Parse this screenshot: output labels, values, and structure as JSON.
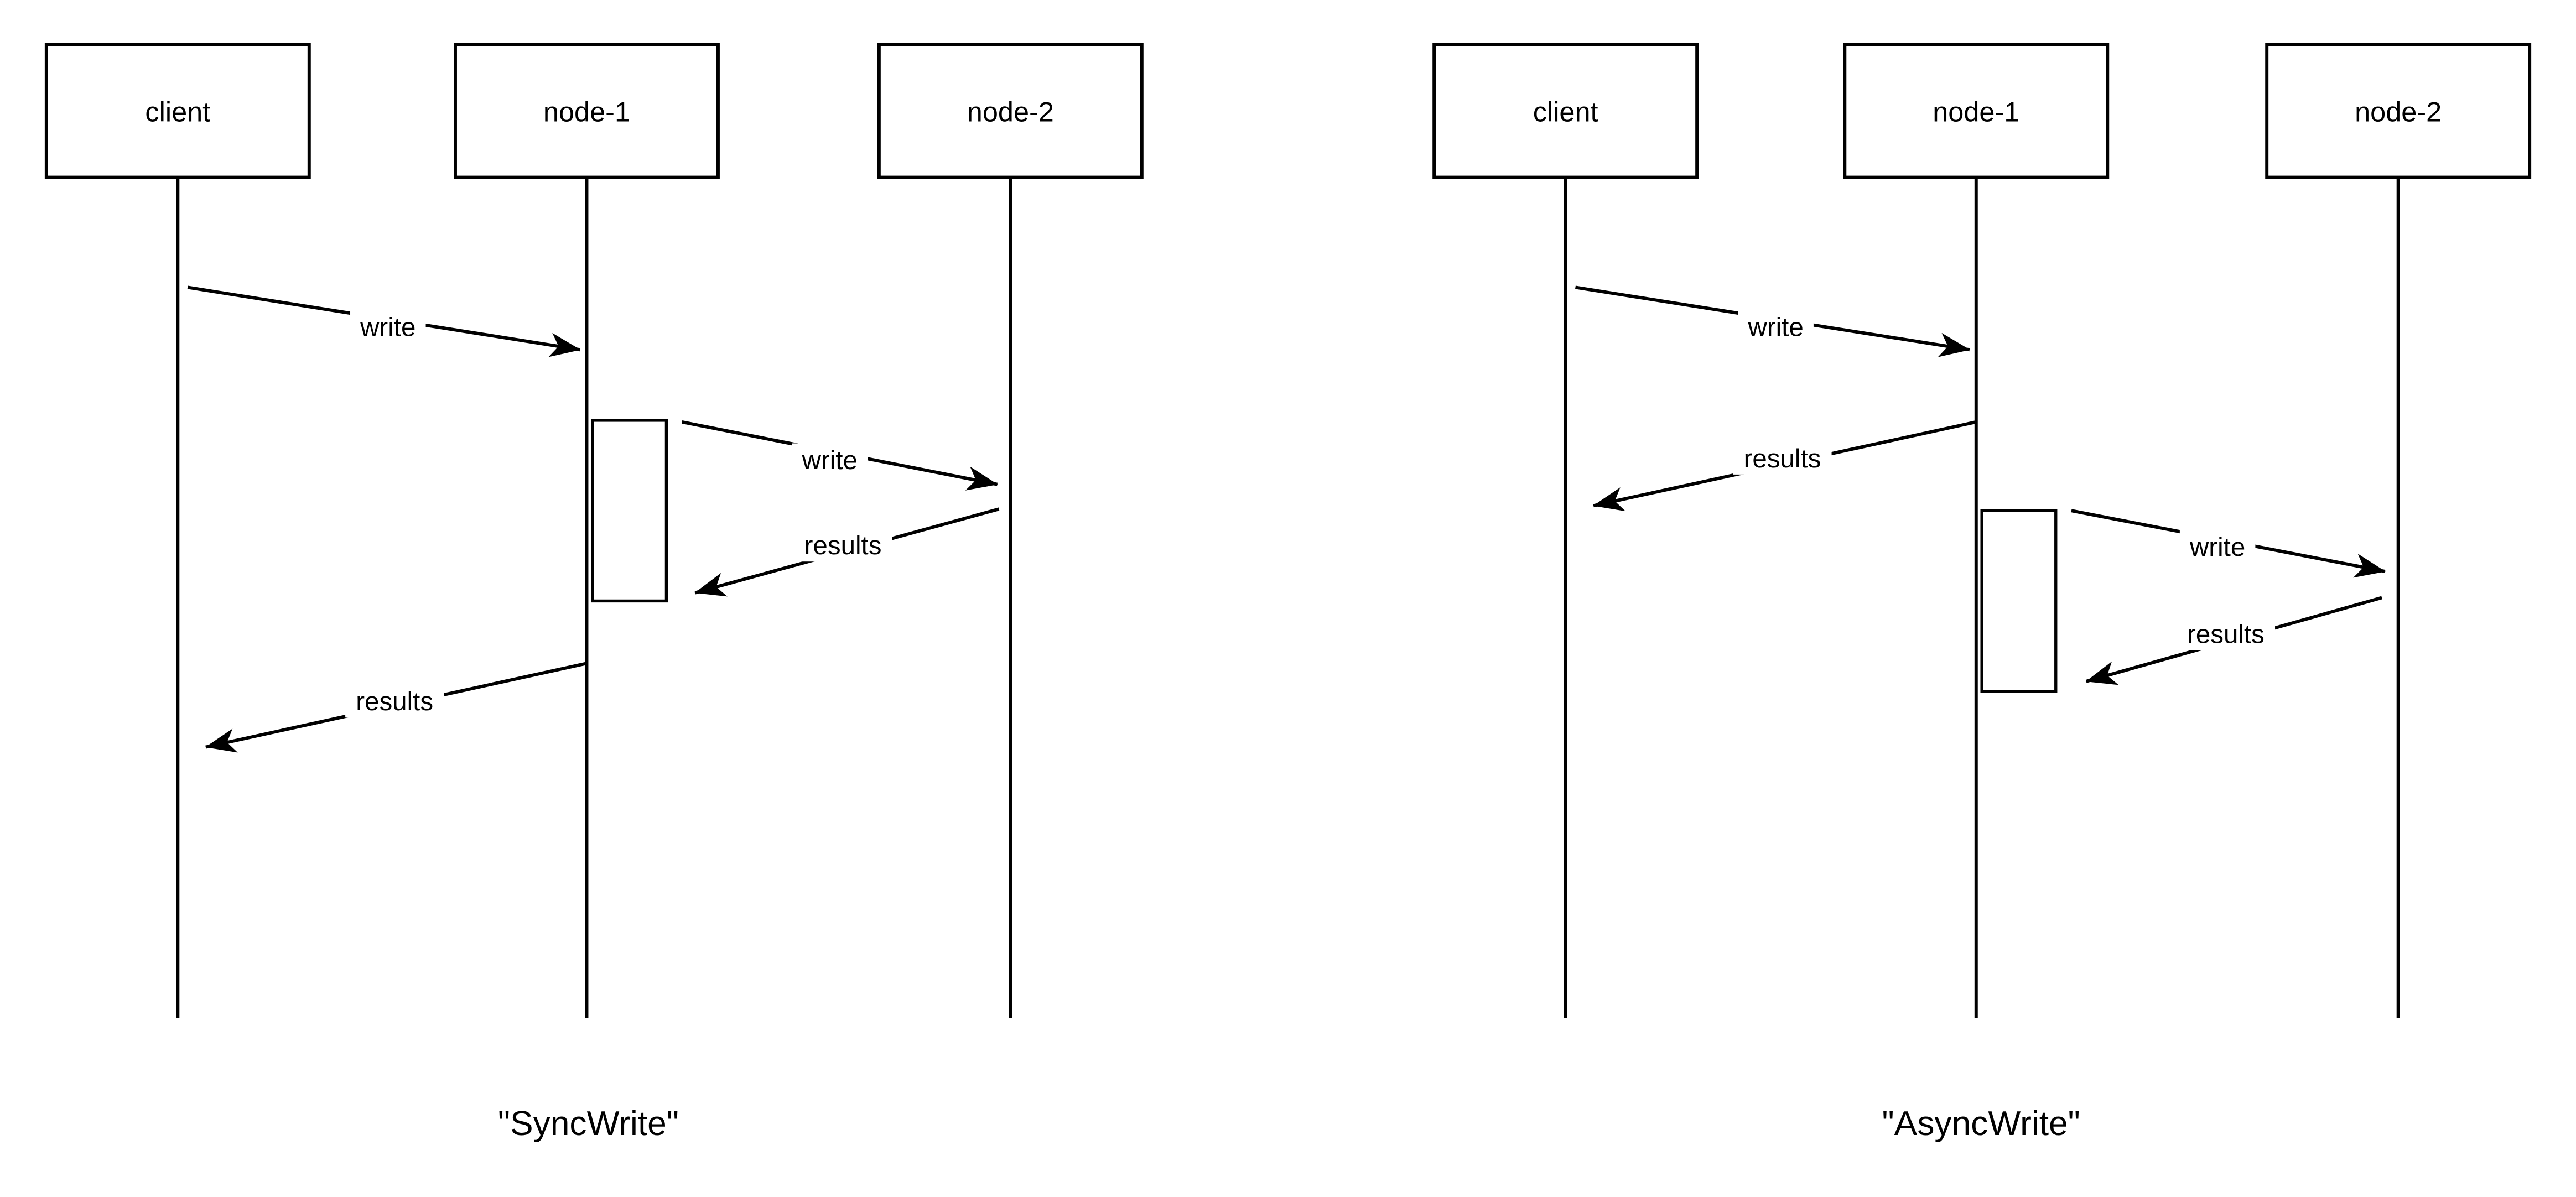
{
  "colors": {
    "background": "#ffffff",
    "stroke": "#000000",
    "text": "#000000"
  },
  "diagrams": [
    {
      "id": "sync-write",
      "caption": "\"SyncWrite\"",
      "actors": [
        {
          "label": "client"
        },
        {
          "label": "node-1"
        },
        {
          "label": "node-2"
        }
      ],
      "messages": [
        {
          "label": "write",
          "from": "client",
          "to": "node-1"
        },
        {
          "label": "write",
          "from": "node-1",
          "to": "node-2"
        },
        {
          "label": "results",
          "from": "node-2",
          "to": "node-1"
        },
        {
          "label": "results",
          "from": "node-1",
          "to": "client"
        }
      ]
    },
    {
      "id": "async-write",
      "caption": "\"AsyncWrite\"",
      "actors": [
        {
          "label": "client"
        },
        {
          "label": "node-1"
        },
        {
          "label": "node-2"
        }
      ],
      "messages": [
        {
          "label": "write",
          "from": "client",
          "to": "node-1"
        },
        {
          "label": "results",
          "from": "node-1",
          "to": "client"
        },
        {
          "label": "write",
          "from": "node-1",
          "to": "node-2"
        },
        {
          "label": "results",
          "from": "node-2",
          "to": "node-1"
        }
      ]
    }
  ]
}
